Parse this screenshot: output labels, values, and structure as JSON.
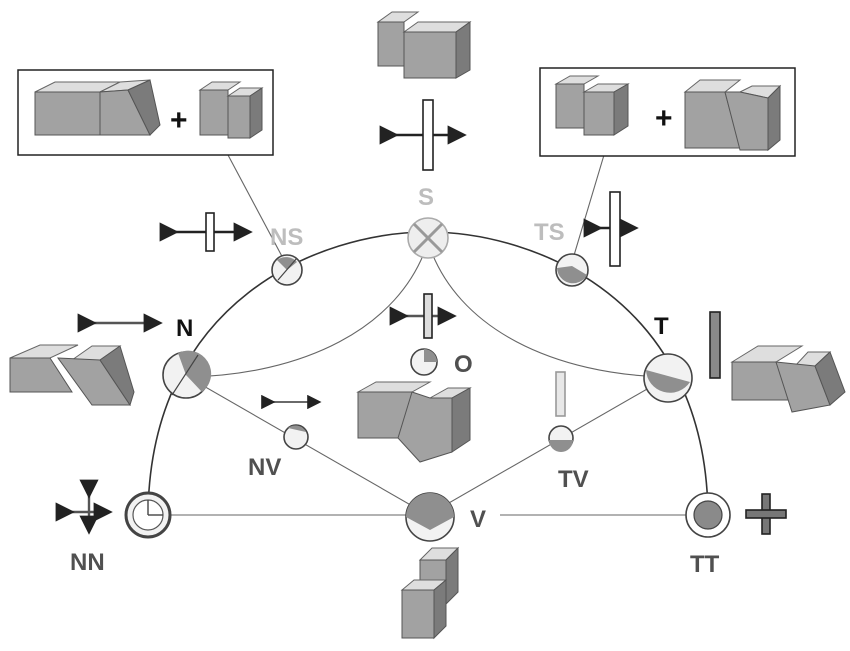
{
  "labels": {
    "S": "S",
    "NS": "NS",
    "TS": "TS",
    "N": "N",
    "T": "T",
    "O": "O",
    "NV": "NV",
    "TV": "TV",
    "V": "V",
    "NN": "NN",
    "TT": "TT"
  },
  "combination_symbol": "+",
  "colors": {
    "label_dark": "#505050",
    "label_light": "#bdbdbd",
    "block_front": "#a2a2a2",
    "block_top": "#dedede",
    "block_side": "#7b7b7b"
  }
}
